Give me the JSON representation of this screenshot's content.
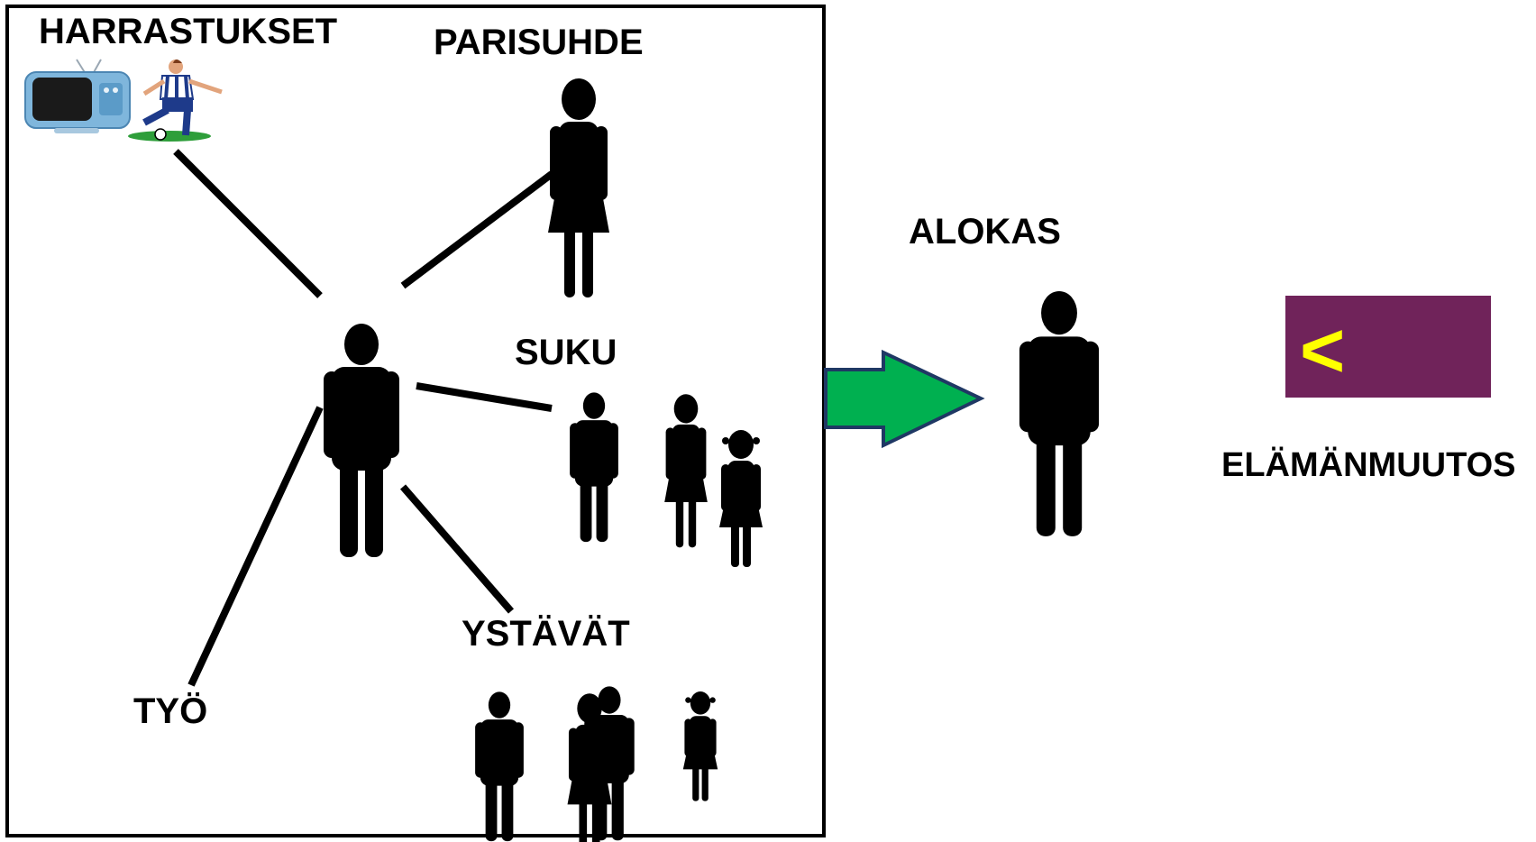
{
  "labels": {
    "harrastukset": "HARRASTUKSET",
    "parisuhde": "PARISUHDE",
    "suku": "SUKU",
    "ystavat": "YSTÄVÄT",
    "tyo": "TYÖ",
    "alokas": "ALOKAS",
    "elamanmuutos": "ELÄMÄNMUUTOS",
    "badge_symbol": "<"
  },
  "icons": [
    "tv-icon",
    "soccer-player-icon",
    "person-icon"
  ],
  "colors": {
    "figure": "#000000",
    "frame": "#000000",
    "arrow_fill": "#00b050",
    "arrow_stroke": "#1f3864",
    "badge_bg": "#70235a",
    "badge_symbol": "#ffff00"
  }
}
